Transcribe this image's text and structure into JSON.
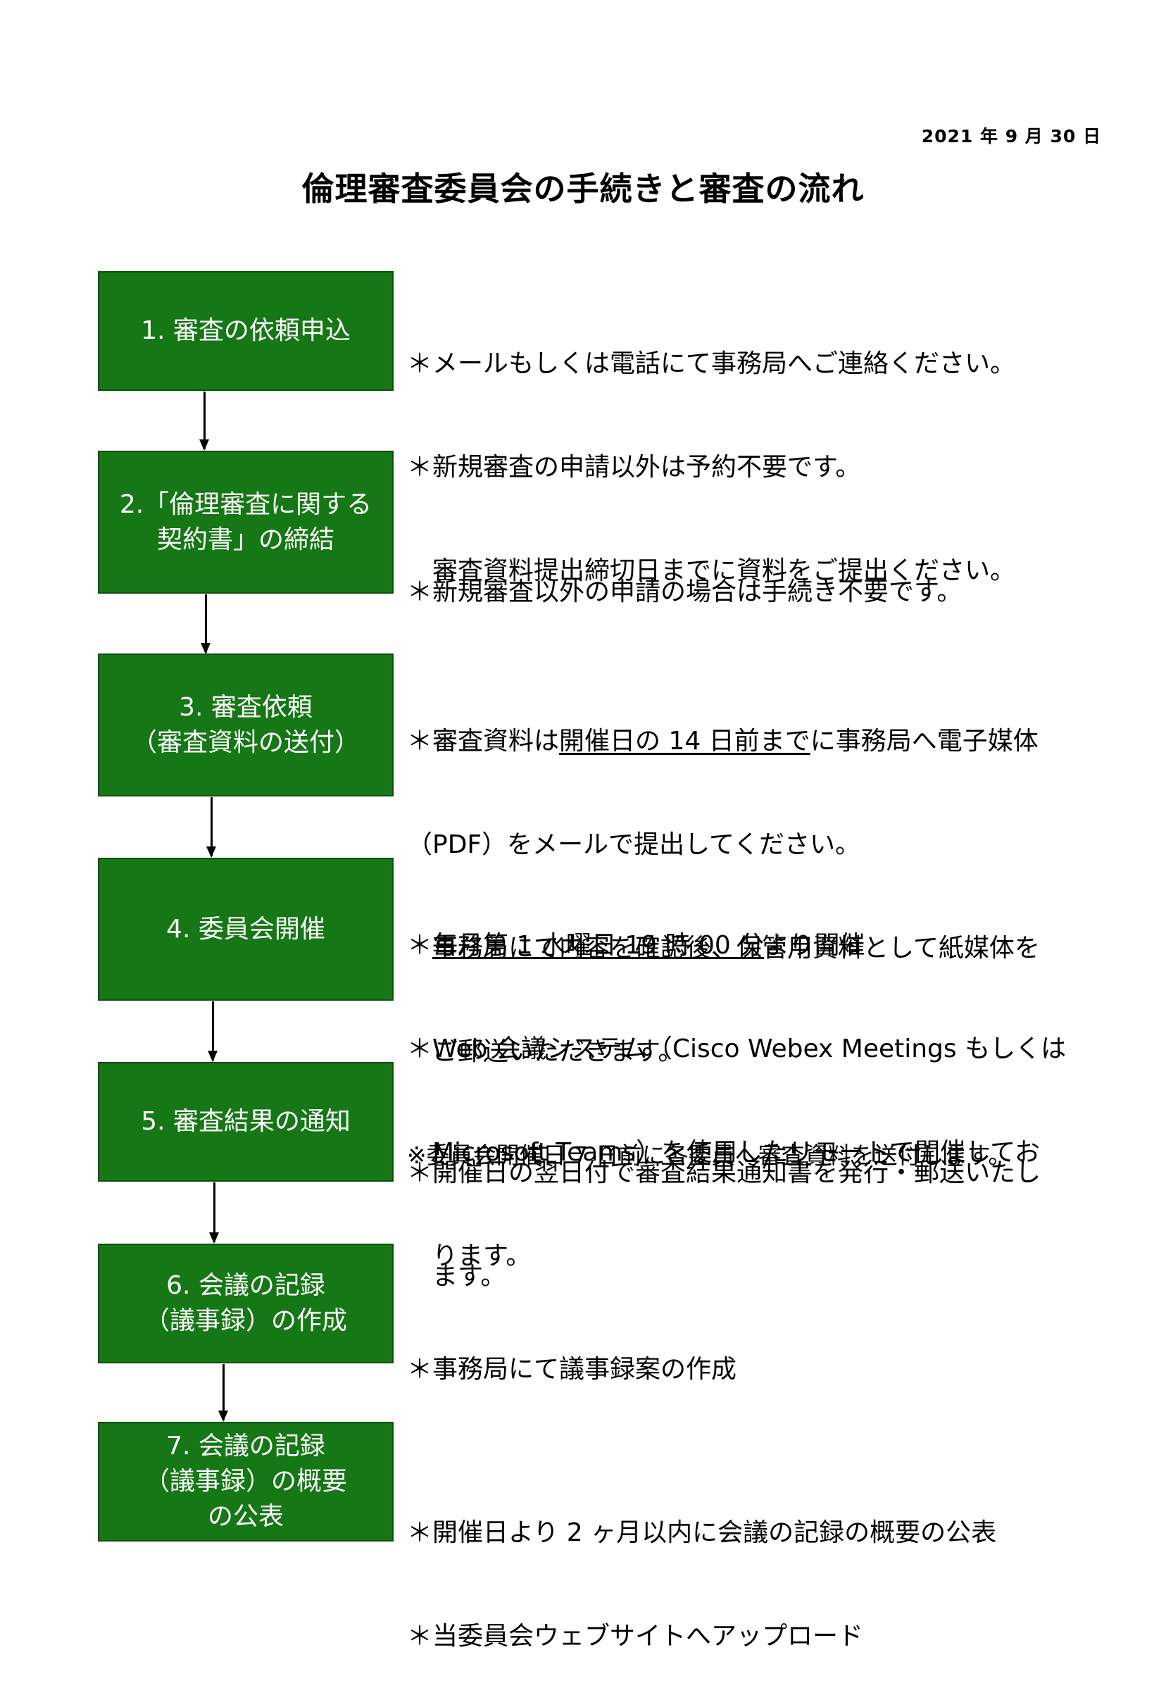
{
  "date": "2021 年 9 月 30 日",
  "title": "倫理審査委員会の手続きと審査の流れ",
  "steps": [
    {
      "box": [
        "1.  審査の依頼申込"
      ],
      "notes": [
        "＊メールもしくは電話にて事務局へご連絡ください。",
        "＊新規審査の申請以外は予約不要です。",
        "　審査資料提出締切日までに資料をご提出ください。"
      ]
    },
    {
      "box": [
        "2.「倫理審査に関する",
        "契約書」の締結"
      ],
      "notes": [
        "＊新規審査以外の申請の場合は手続き不要です。"
      ]
    },
    {
      "box": [
        "3.  審査依頼",
        "（審査資料の送付）"
      ],
      "notes_parts": {
        "line1_pre": "＊審査資料は",
        "line1_underline": "開催日の 14 日前まで",
        "line1_post": "に事務局へ電子媒体",
        "line2": "（PDF）をメールで提出してください。",
        "line3": "　事務局にて内容を確認後、保管用資料として紙媒体を",
        "line4": "　ご郵送いただきます。",
        "line5": "※委員会開催日 7 日前に各委員へ審査資料を送付します。"
      }
    },
    {
      "box": [
        "4.  委員会開催"
      ],
      "notes_parts": {
        "line1_pre": "＊",
        "line1_underline": "毎月第 1 水曜日 19 時 00 分",
        "line1_post": "より開催",
        "line2": "＊Web 会議システム（Cisco Webex Meetings もしくは",
        "line3": "　Microsoft Teams）を使用したリモートで開催してお",
        "line4": "　ります。"
      }
    },
    {
      "box": [
        "5.  審査結果の通知"
      ],
      "notes": [
        "＊開催日の翌日付で審査結果通知書を発行・郵送いたし",
        "　ます。"
      ]
    },
    {
      "box": [
        "6.  会議の記録",
        "（議事録）の作成"
      ],
      "notes": [
        "＊事務局にて議事録案の作成"
      ]
    },
    {
      "box": [
        "7.  会議の記録",
        "（議事録）の概要",
        "の公表"
      ],
      "notes": [
        "＊開催日より 2 ヶ月以内に会議の記録の概要の公表",
        "＊当委員会ウェブサイトへアップロード"
      ]
    }
  ]
}
